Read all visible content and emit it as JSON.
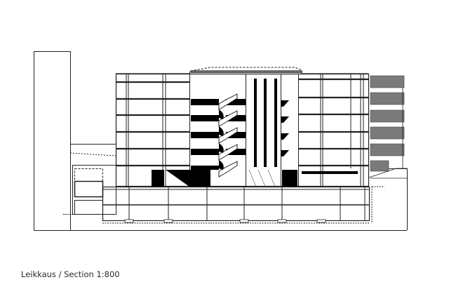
{
  "drawing": {
    "caption": "Leikkaus / Section 1:800",
    "type": "architectural-section",
    "scale": "1:800",
    "floors_above_ground": 6,
    "basement_levels": 2,
    "colors": {
      "line": "#222222",
      "fill_solid": "#000000",
      "fill_hatch": "#7a7a7a",
      "background": "#ffffff"
    }
  }
}
